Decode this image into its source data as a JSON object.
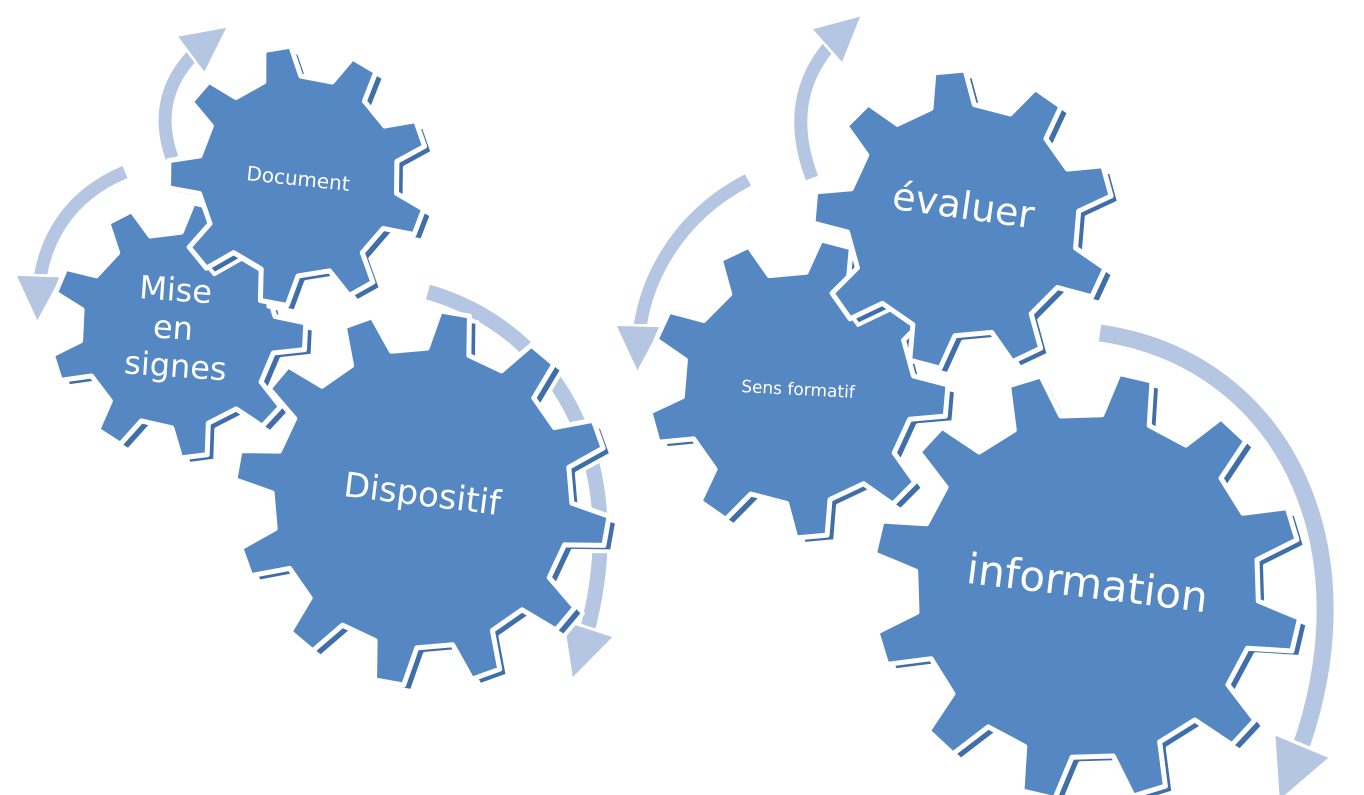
{
  "colors": {
    "gear_fill": "#5588c2",
    "gear_side": "#3f6ea8",
    "gear_outline": "#ffffff",
    "arrow_fill": "#b4c6e2",
    "background": "#ffffff",
    "label": "#ffffff"
  },
  "left_group": {
    "gears": [
      {
        "id": "document",
        "label": "Document"
      },
      {
        "id": "mise",
        "label_lines": [
          "Mise",
          "en",
          "signes"
        ]
      },
      {
        "id": "dispositif",
        "label": "Dispositif"
      }
    ]
  },
  "right_group": {
    "gears": [
      {
        "id": "evaluer",
        "label": "évaluer"
      },
      {
        "id": "sens",
        "label": "Sens formatif"
      },
      {
        "id": "information",
        "label": "information"
      }
    ]
  }
}
